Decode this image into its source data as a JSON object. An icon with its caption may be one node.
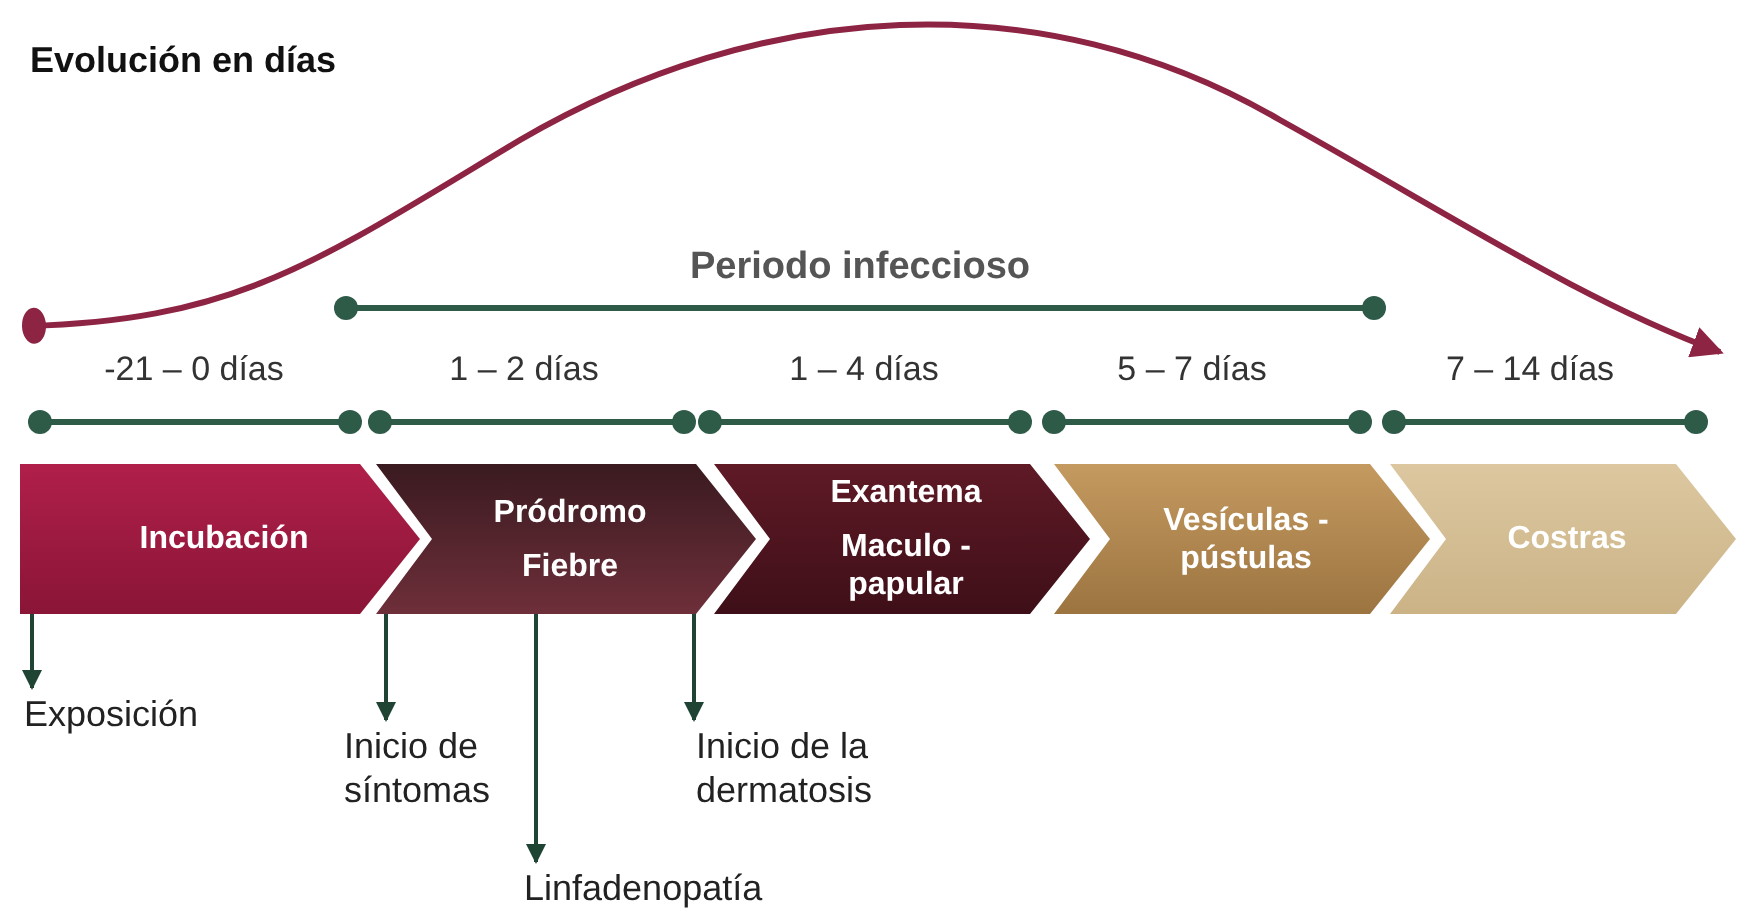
{
  "diagram": {
    "title": "Evolución en días",
    "nodes": [
      {
        "text": [
          "Incubación"
        ]
      },
      {
        "text": [
          "Pródromo",
          "Fiebre"
        ]
      },
      {
        "text": [
          "Exantema",
          "Maculo - papular"
        ]
      },
      {
        "text": [
          "Vesículas - pústulas"
        ]
      },
      {
        "text": [
          "Costras"
        ]
      },
      {
        "text": [
          "Exposición"
        ]
      },
      {
        "text": [
          "Inicio de síntomas"
        ]
      },
      {
        "text": [
          "Linfadenopatía"
        ]
      },
      {
        "text": [
          "Inicio de la dermatosis"
        ]
      }
    ],
    "edges": [
      {
        "from": 0,
        "to": 5,
        "arrow": "to"
      },
      {
        "from": 1,
        "to": 6,
        "arrow": "to"
      },
      {
        "from": 1,
        "to": 7,
        "arrow": "to"
      },
      {
        "from": 1,
        "to": 8,
        "arrow": "to"
      }
    ],
    "labels": [
      "Periodo infeccioso",
      "-21 – 0 días",
      "1 – 2 días",
      "1 – 4 días",
      "5 – 7 días",
      "7 – 14 días"
    ]
  }
}
